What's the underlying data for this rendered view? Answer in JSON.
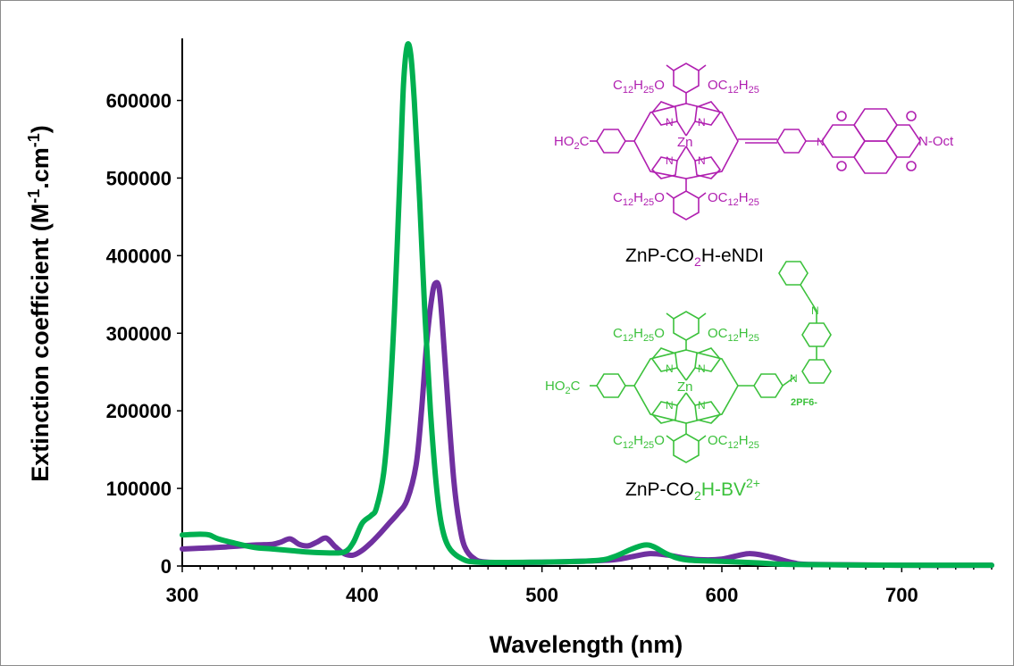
{
  "chart_data": {
    "type": "line",
    "xlabel": "Wavelength (nm)",
    "ylabel_main": "Extinction coefficient (M",
    "ylabel_sup1": "-1",
    "ylabel_mid": ".cm",
    "ylabel_sup2": "-1",
    "ylabel_end": ")",
    "xlim": [
      300,
      750
    ],
    "ylim": [
      0,
      680000
    ],
    "x_ticks": [
      300,
      400,
      500,
      600,
      700
    ],
    "y_ticks": [
      0,
      100000,
      200000,
      300000,
      400000,
      500000,
      600000
    ],
    "series": [
      {
        "name": "ZnP-CO2H-eNDI",
        "color": "#7030a0",
        "points": [
          [
            300,
            22000
          ],
          [
            320,
            24000
          ],
          [
            340,
            27000
          ],
          [
            350,
            28000
          ],
          [
            355,
            31000
          ],
          [
            360,
            35000
          ],
          [
            365,
            28000
          ],
          [
            370,
            26000
          ],
          [
            375,
            31000
          ],
          [
            380,
            36000
          ],
          [
            385,
            25000
          ],
          [
            390,
            16000
          ],
          [
            395,
            14000
          ],
          [
            400,
            20000
          ],
          [
            405,
            30000
          ],
          [
            410,
            42000
          ],
          [
            415,
            55000
          ],
          [
            420,
            68000
          ],
          [
            425,
            85000
          ],
          [
            430,
            130000
          ],
          [
            433,
            200000
          ],
          [
            436,
            290000
          ],
          [
            439,
            350000
          ],
          [
            441,
            365000
          ],
          [
            443,
            355000
          ],
          [
            445,
            300000
          ],
          [
            448,
            200000
          ],
          [
            451,
            110000
          ],
          [
            454,
            55000
          ],
          [
            457,
            25000
          ],
          [
            462,
            10000
          ],
          [
            470,
            5000
          ],
          [
            500,
            5000
          ],
          [
            520,
            6000
          ],
          [
            540,
            8000
          ],
          [
            550,
            12000
          ],
          [
            560,
            16000
          ],
          [
            570,
            14000
          ],
          [
            580,
            10000
          ],
          [
            590,
            8000
          ],
          [
            600,
            9000
          ],
          [
            610,
            14000
          ],
          [
            615,
            16000
          ],
          [
            620,
            15000
          ],
          [
            630,
            10000
          ],
          [
            640,
            4000
          ],
          [
            650,
            2000
          ],
          [
            700,
            1000
          ],
          [
            750,
            1000
          ]
        ]
      },
      {
        "name": "ZnP-CO2H-BV2+",
        "color": "#00b050",
        "points": [
          [
            300,
            40000
          ],
          [
            310,
            41000
          ],
          [
            315,
            40000
          ],
          [
            320,
            35000
          ],
          [
            330,
            29000
          ],
          [
            340,
            24000
          ],
          [
            350,
            22000
          ],
          [
            360,
            20000
          ],
          [
            370,
            18000
          ],
          [
            380,
            17000
          ],
          [
            390,
            18000
          ],
          [
            395,
            30000
          ],
          [
            400,
            55000
          ],
          [
            405,
            65000
          ],
          [
            408,
            75000
          ],
          [
            412,
            120000
          ],
          [
            415,
            200000
          ],
          [
            418,
            330000
          ],
          [
            421,
            500000
          ],
          [
            423,
            620000
          ],
          [
            425,
            670000
          ],
          [
            427,
            660000
          ],
          [
            429,
            600000
          ],
          [
            432,
            470000
          ],
          [
            435,
            320000
          ],
          [
            438,
            200000
          ],
          [
            441,
            110000
          ],
          [
            444,
            55000
          ],
          [
            448,
            25000
          ],
          [
            455,
            10000
          ],
          [
            465,
            5000
          ],
          [
            500,
            5000
          ],
          [
            530,
            7000
          ],
          [
            540,
            12000
          ],
          [
            550,
            22000
          ],
          [
            557,
            27000
          ],
          [
            562,
            25000
          ],
          [
            570,
            15000
          ],
          [
            580,
            8000
          ],
          [
            600,
            6000
          ],
          [
            620,
            4000
          ],
          [
            640,
            2000
          ],
          [
            700,
            1000
          ],
          [
            750,
            1000
          ]
        ]
      }
    ]
  },
  "structures": {
    "top": {
      "aryl_top_left": "C12H25O",
      "aryl_top_right": "OC12H25",
      "aryl_bottom_left": "C12H25O",
      "aryl_bottom_right": "OC12H25",
      "acid": "HO2C",
      "metal": "Zn",
      "imide": "N-Oct",
      "name_a": "ZnP-CO",
      "name_sub": "2",
      "name_b": "H-eNDI",
      "color": "#b01fb0"
    },
    "bottom": {
      "aryl_top_left": "C12H25O",
      "aryl_top_right": "OC12H25",
      "aryl_bottom_left": "C12H25O",
      "aryl_bottom_right": "OC12H25",
      "acid": "HO2C",
      "metal": "Zn",
      "counterion": "2PF6-",
      "name_a": "ZnP-CO",
      "name_sub": "2",
      "name_b": "H-BV",
      "name_sup": "2+",
      "color": "#3cc13c"
    }
  }
}
